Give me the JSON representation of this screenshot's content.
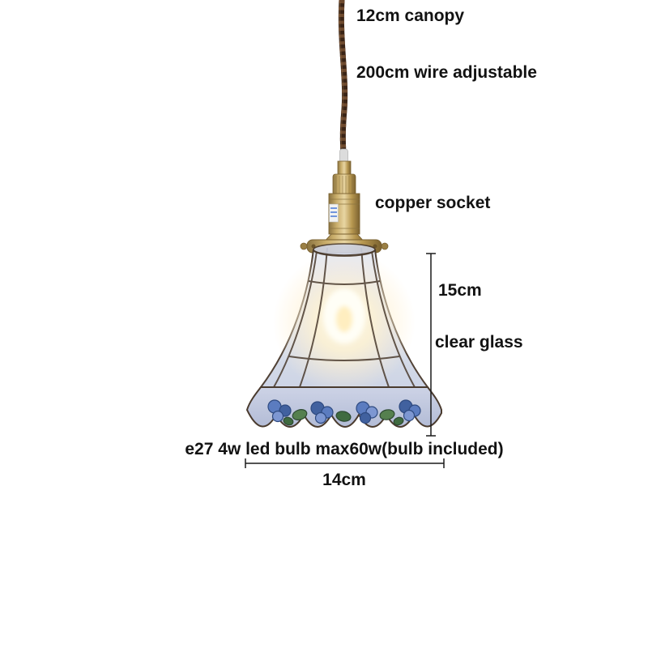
{
  "annotations": {
    "canopy": "12cm canopy",
    "wire": "200cm wire adjustable",
    "socket": "copper socket",
    "shade_height": "15cm",
    "glass": "clear glass",
    "bulb": "e27 4w led bulb max60w(bulb included)",
    "shade_width": "14cm"
  },
  "colors": {
    "text": "#121212",
    "cord_brown": "#3a2416",
    "cord_twist": "#6e4a2e",
    "brass": "#b7974f",
    "brass_highlight": "#e8d5a2",
    "brass_shadow": "#7a6130",
    "glass_tint": "#d9dee9",
    "glow_warm": "#fff3d2",
    "lead_line": "#4a3b2e",
    "flower_blue": "#4f6fae",
    "flower_blue_light": "#7d97d2",
    "leaf_green": "#55804f",
    "band_lavender": "#c4cbe0",
    "dimension_line": "#1a1a1a"
  }
}
